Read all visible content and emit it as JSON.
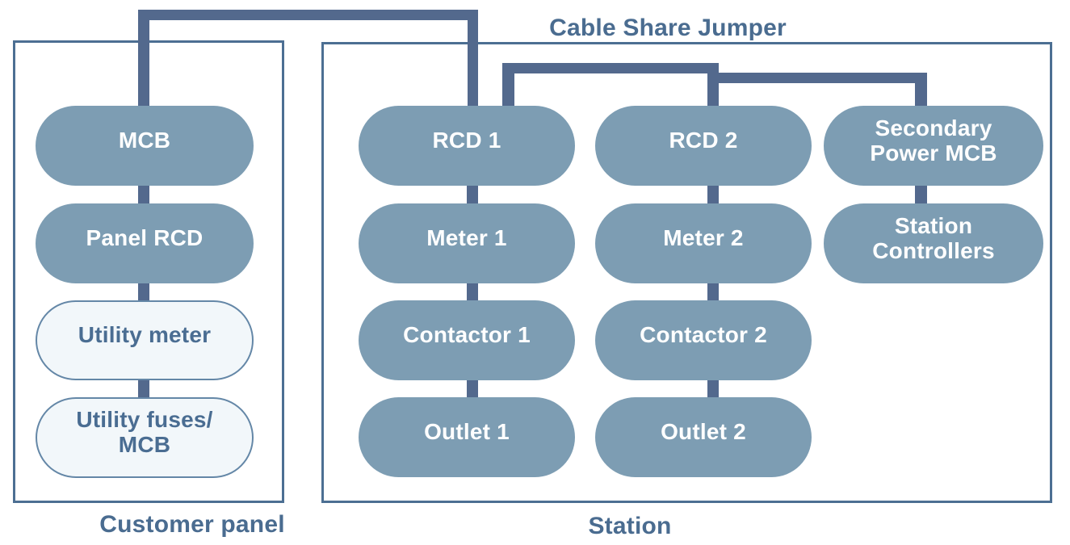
{
  "diagram": {
    "jumper_label": "Cable Share Jumper"
  },
  "customer_panel": {
    "label": "Customer panel",
    "nodes": [
      {
        "id": "mcb",
        "label": "MCB",
        "variant": "filled"
      },
      {
        "id": "panel-rcd",
        "label": "Panel RCD",
        "variant": "filled"
      },
      {
        "id": "utility-meter",
        "label": "Utility meter",
        "variant": "outlined"
      },
      {
        "id": "utility-fuses-mcb",
        "label": "Utility fuses/\nMCB",
        "variant": "outlined"
      }
    ]
  },
  "station": {
    "label": "Station",
    "circuit1": [
      {
        "id": "rcd-1",
        "label": "RCD 1"
      },
      {
        "id": "meter-1",
        "label": "Meter 1"
      },
      {
        "id": "contactor-1",
        "label": "Contactor 1"
      },
      {
        "id": "outlet-1",
        "label": "Outlet 1"
      }
    ],
    "circuit2": [
      {
        "id": "rcd-2",
        "label": "RCD 2"
      },
      {
        "id": "meter-2",
        "label": "Meter 2"
      },
      {
        "id": "contactor-2",
        "label": "Contactor 2"
      },
      {
        "id": "outlet-2",
        "label": "Outlet 2"
      }
    ],
    "secondary": [
      {
        "id": "secondary-power-mcb",
        "label": "Secondary\nPower MCB"
      },
      {
        "id": "station-controllers",
        "label": "Station\nControllers"
      }
    ]
  },
  "colors": {
    "node_fill": "#7d9db3",
    "node_text": "#ffffff",
    "outlined_node_fill": "#f2f7fa",
    "outlined_node_border": "#6487a7",
    "connector_line": "#53698d",
    "panel_border": "#4c6f93",
    "label_text": "#4a6c90",
    "background": "#ffffff"
  }
}
